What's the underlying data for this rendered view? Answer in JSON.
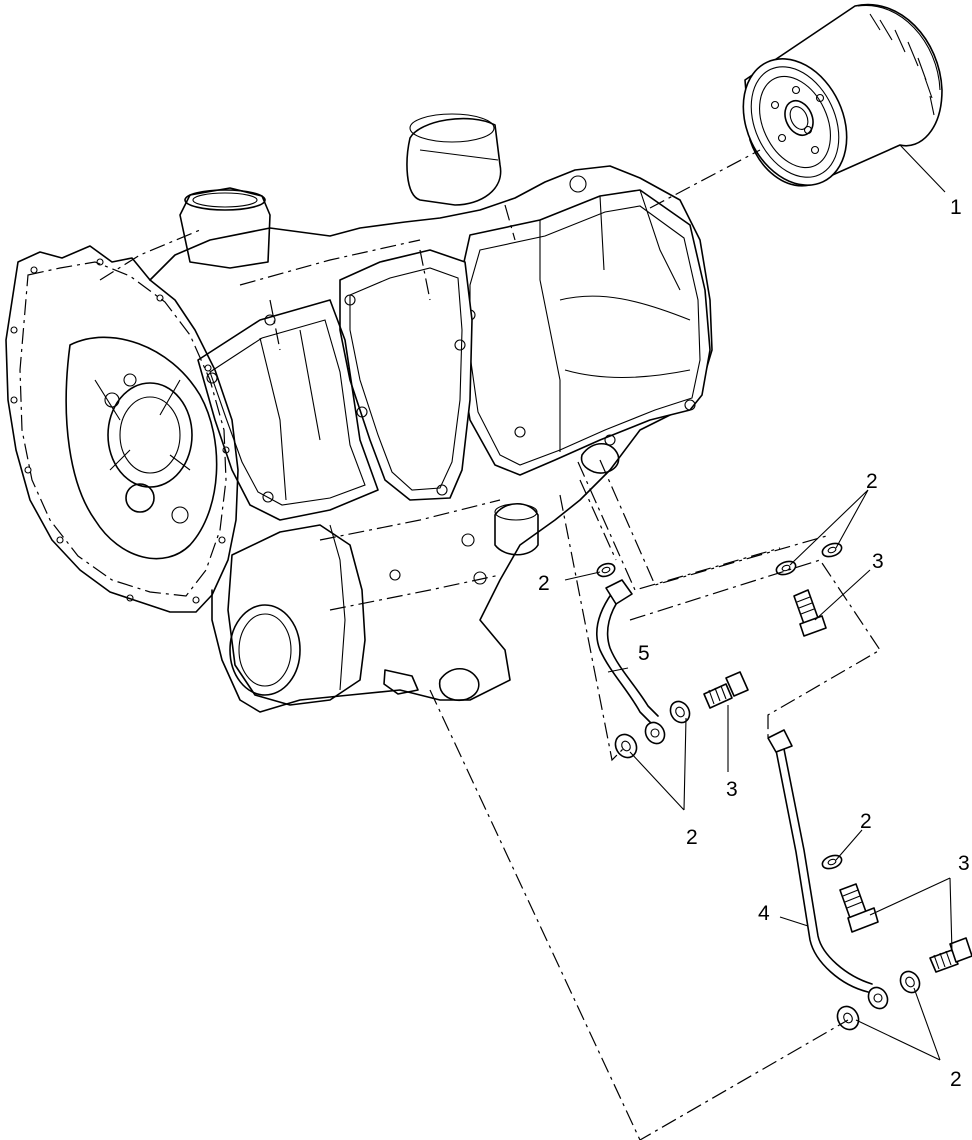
{
  "callouts": {
    "c1": "1",
    "c2a": "2",
    "c2b": "2",
    "c2c": "2",
    "c2d": "2",
    "c2e": "2",
    "c3a": "3",
    "c3b": "3",
    "c3c": "3",
    "c4": "4",
    "c5": "5"
  }
}
